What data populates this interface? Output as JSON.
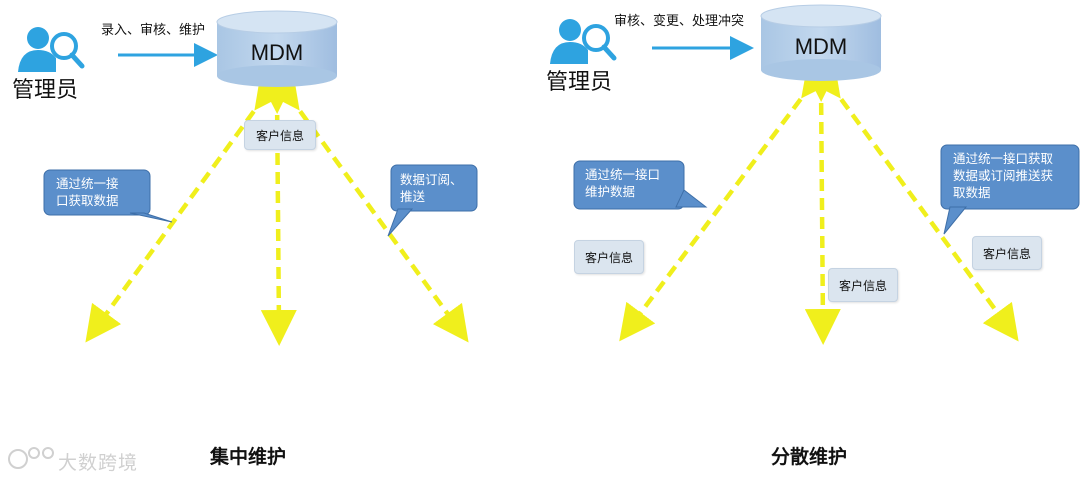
{
  "left": {
    "admin_label": "管理员",
    "action_label": "录入、审核、维护",
    "mdm_label": "MDM",
    "tag_label": "客户信息",
    "bubble_left_line1": "通过统一接",
    "bubble_left_line2": "口获取数据",
    "bubble_right_line1": "数据订阅、",
    "bubble_right_line2": "推送",
    "caption": "集中维护"
  },
  "right": {
    "admin_label": "管理员",
    "action_label": "审核、变更、处理冲突",
    "mdm_label": "MDM",
    "bubble_left_line1": "通过统一接口",
    "bubble_left_line2": "维护数据",
    "bubble_right_line1": "通过统一接口获取",
    "bubble_right_line2": "数据或订阅推送获",
    "bubble_right_line3": "取数据",
    "tag1_label": "客户信息",
    "tag2_label": "客户信息",
    "tag3_label": "客户信息",
    "caption": "分散维护"
  },
  "watermark": "大数跨境",
  "colors": {
    "arrow_blue": "#2ea3e0",
    "dash_yellow": "#f0ef1c",
    "cylinder_blue": "#1c73b8",
    "mdm_cylinder": "#b8d1ea",
    "bubble_fill": "#5b8fcb",
    "tag_fill": "#dbe5ef"
  }
}
